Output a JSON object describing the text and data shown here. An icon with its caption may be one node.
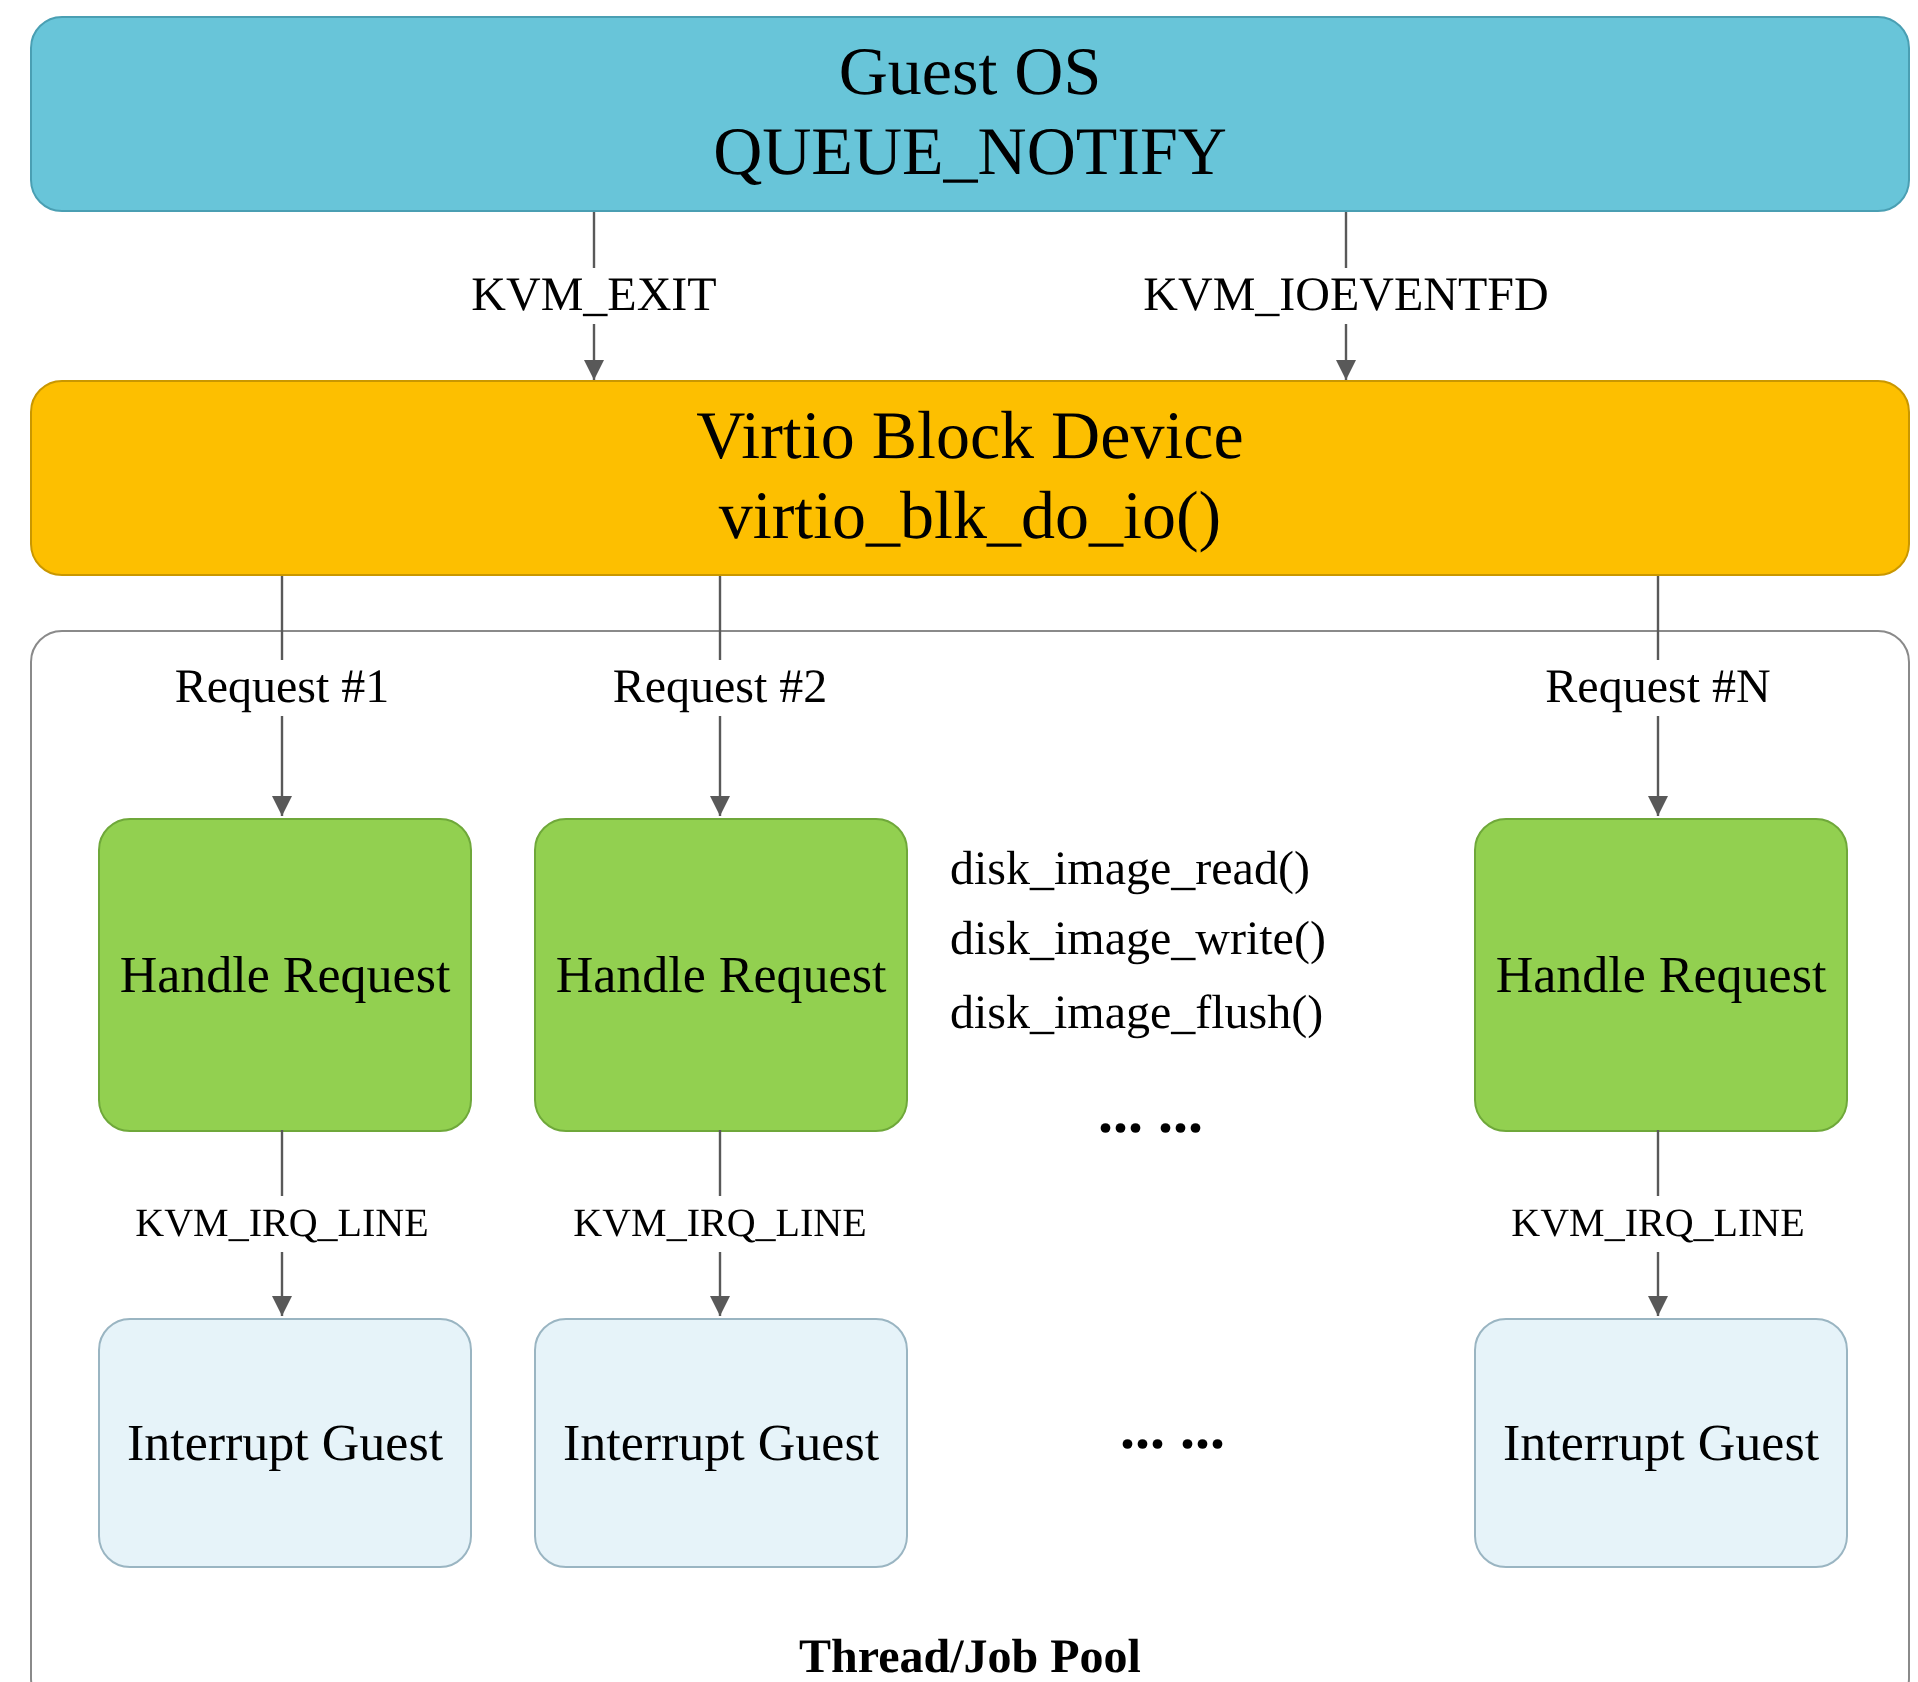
{
  "diagram": {
    "nodes": [
      {
        "text": [
          "Guest OS",
          "QUEUE_NOTIFY"
        ]
      },
      {
        "text": [
          "Virtio Block Device",
          "virtio_blk_do_io()"
        ]
      },
      {
        "text": [
          "Thread/Job Pool"
        ]
      },
      {
        "text": [
          "Handle Request"
        ],
        "in": 2
      },
      {
        "text": [
          "Handle Request"
        ],
        "in": 2
      },
      {
        "text": [
          "Handle Request"
        ],
        "in": 2
      },
      {
        "text": [
          "Interrupt Guest"
        ],
        "in": 2
      },
      {
        "text": [
          "Interrupt Guest"
        ],
        "in": 2
      },
      {
        "text": [
          "Interrupt Guest"
        ],
        "in": 2
      }
    ],
    "edges": [
      {
        "from": 0,
        "to": 1,
        "arrow": "to",
        "label": "KVM_EXIT"
      },
      {
        "from": 0,
        "to": 1,
        "arrow": "to",
        "label": "KVM_IOEVENTFD"
      },
      {
        "from": 1,
        "to": 3,
        "arrow": "to",
        "label": "Request #1"
      },
      {
        "from": 1,
        "to": 4,
        "arrow": "to",
        "label": "Request #2"
      },
      {
        "from": 1,
        "to": 5,
        "arrow": "to",
        "label": "Request #N"
      },
      {
        "from": 3,
        "to": 6,
        "arrow": "to",
        "label": "KVM_IRQ_LINE"
      },
      {
        "from": 4,
        "to": 7,
        "arrow": "to",
        "label": "KVM_IRQ_LINE"
      },
      {
        "from": 5,
        "to": 8,
        "arrow": "to",
        "label": "KVM_IRQ_LINE"
      }
    ],
    "labels": [
      "disk_image_read()",
      "disk_image_write()",
      "disk_image_flush()",
      "... ...",
      "... ..."
    ]
  }
}
